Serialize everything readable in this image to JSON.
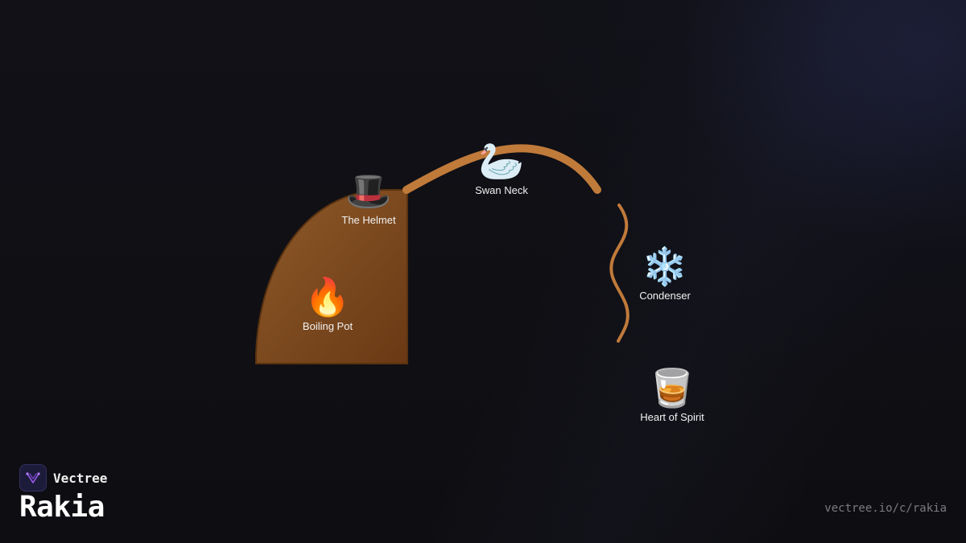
{
  "diagram": {
    "nodes": [
      {
        "id": "boiling-pot",
        "label": "Boiling Pot",
        "icon": "fire-icon",
        "glyph": "🔥"
      },
      {
        "id": "helmet",
        "label": "The Helmet",
        "icon": "top-hat-icon",
        "glyph": "🎩"
      },
      {
        "id": "swan-neck",
        "label": "Swan Neck",
        "icon": "swan-icon",
        "glyph": "🦢"
      },
      {
        "id": "condenser",
        "label": "Condenser",
        "icon": "snowflake-icon",
        "glyph": "❄️"
      },
      {
        "id": "heart-of-spirit",
        "label": "Heart of Spirit",
        "icon": "tumbler-glass-icon",
        "glyph": "🥃"
      }
    ],
    "colors": {
      "pot_fill": "#8a5426",
      "pot_fill_dark": "#6b3a14",
      "pipe": "#c07a3a"
    }
  },
  "brand": {
    "name": "Vectree",
    "logo_icon": "vectree-logo-icon",
    "logo_color": "#9b5cf0"
  },
  "title": "Rakia",
  "url": "vectree.io/c/rakia"
}
